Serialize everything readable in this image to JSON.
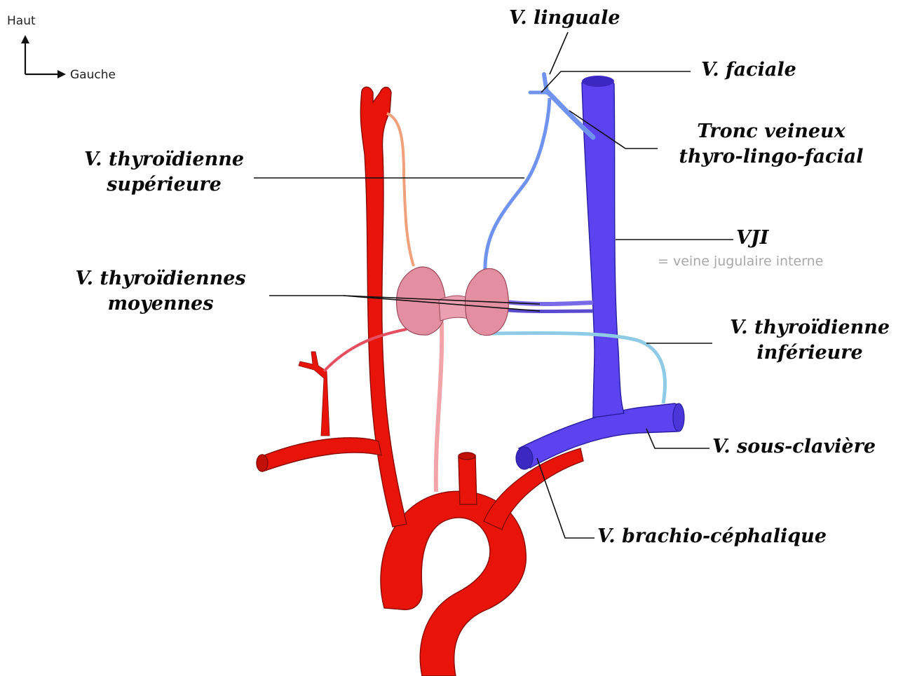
{
  "orientation": {
    "up": "Haut",
    "side": "Gauche"
  },
  "labels": {
    "lingual": "V. linguale",
    "facial": "V. faciale",
    "trunk_1": "Tronc veineux",
    "trunk_2": "thyro-lingo-facial",
    "superior_1": "V. thyroïdienne",
    "superior_2": "supérieure",
    "vji": "VJI",
    "vji_note": "= veine jugulaire interne",
    "middle_1": "V. thyroïdiennes",
    "middle_2": "moyennes",
    "inferior_1": "V. thyroïdienne",
    "inferior_2": "inférieure",
    "subclavian": "V. sous-clavière",
    "brachio": "V. brachio-céphalique"
  },
  "colors": {
    "artery": "#e8140a",
    "vein_main": "#5b43f0",
    "vein_light": "#6f93ee",
    "vein_pale": "#8fcbe6",
    "thyroid": "#e48ea2",
    "superior_artery": "#f0a07a",
    "leader_line": "#111111"
  }
}
